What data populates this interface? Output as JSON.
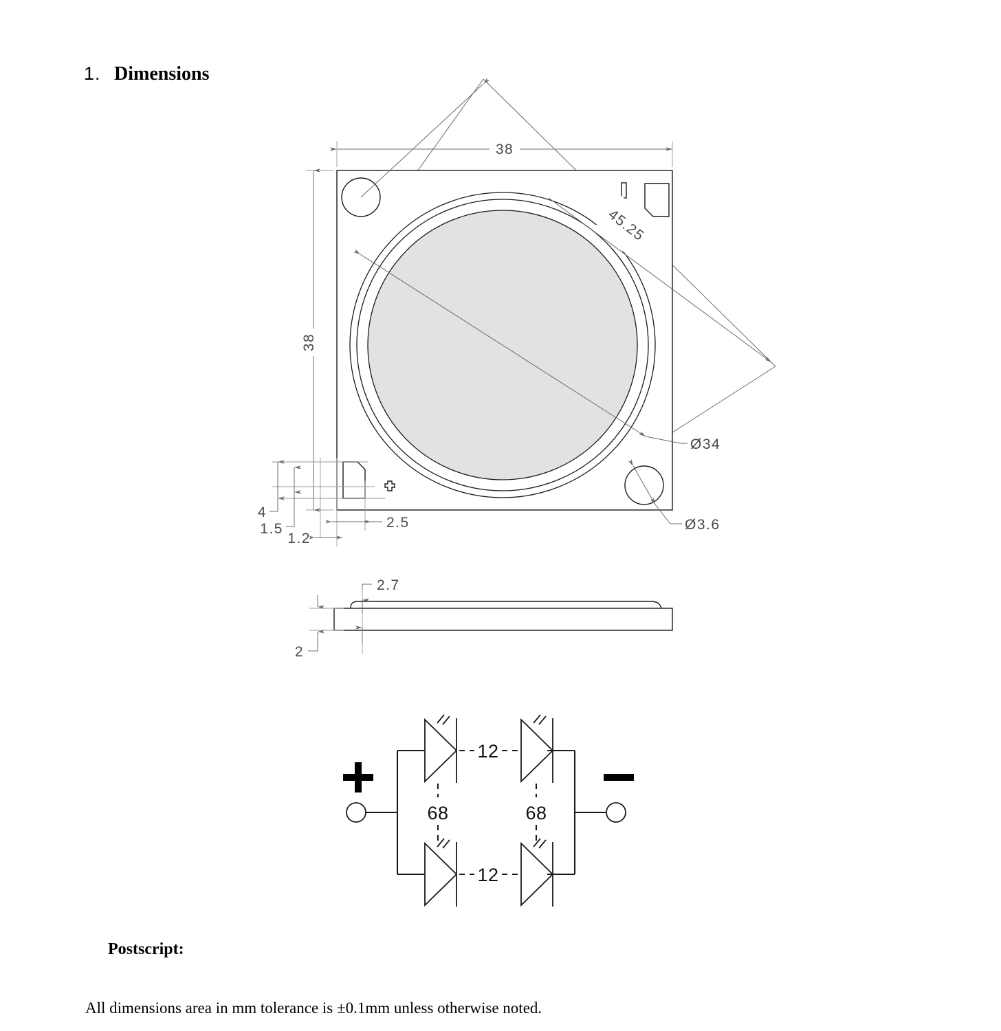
{
  "document": {
    "section_number": "1.",
    "section_title": "Dimensions",
    "postscript_label": "Postscript:",
    "note": "All dimensions area in mm tolerance is ±0.1mm unless otherwise noted."
  },
  "top_view": {
    "width_dim": "38",
    "height_dim": "38",
    "diagonal_dim": "45.25",
    "emitter_diameter": "Ø34",
    "hole_diameter": "Ø3.6",
    "pad_dims": {
      "d_4": "4",
      "d_1_5": "1.5",
      "d_1_2": "1.2",
      "d_2_5": "2.5"
    },
    "polarity_marker": "plus-marker"
  },
  "side_view": {
    "total_thickness": "2",
    "dome_offset": "2.7"
  },
  "circuit": {
    "plus_label": "+",
    "minus_label": "—",
    "series_top": "12",
    "series_bottom": "12",
    "parallel_left": "68",
    "parallel_right": "68",
    "type": "LED array, 2 parallel strings of 12 series groups, 68 dies per group"
  },
  "colors": {
    "line": "#1a1a1a",
    "dimension": "#6b6b6b",
    "emitter_fill": "#e2e2e2",
    "background": "#ffffff"
  }
}
